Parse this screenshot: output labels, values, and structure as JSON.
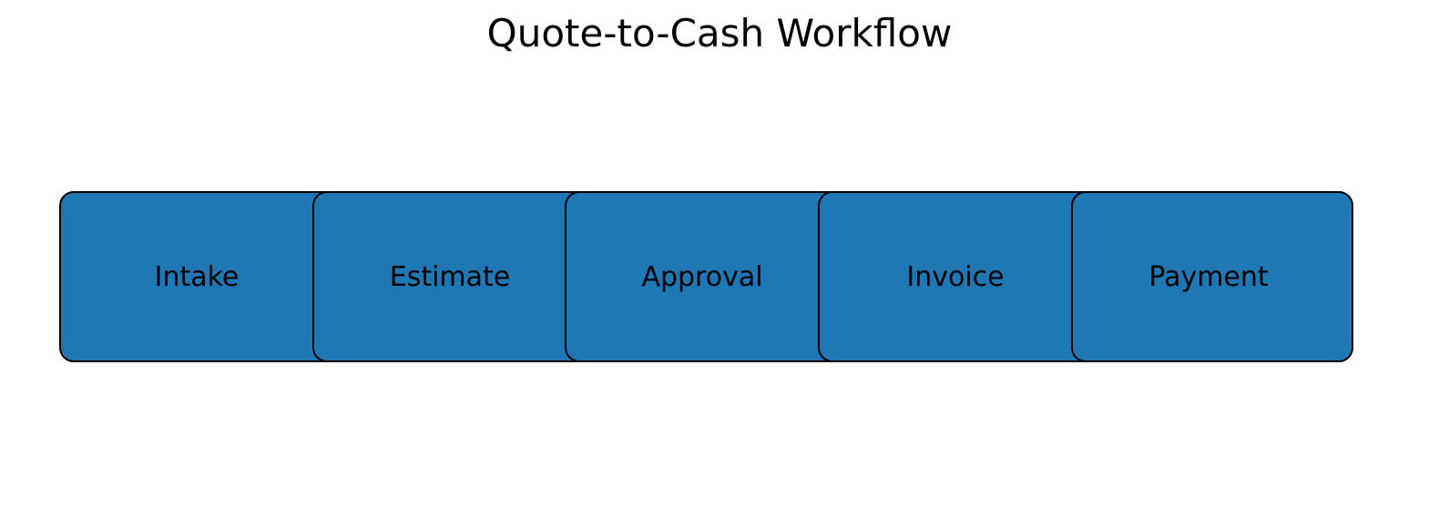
{
  "diagram": {
    "title": "Quote-to-Cash Workflow",
    "type": "workflow-sequence",
    "nodes": [
      {
        "label": "Intake"
      },
      {
        "label": "Estimate"
      },
      {
        "label": "Approval"
      },
      {
        "label": "Invoice"
      },
      {
        "label": "Payment"
      }
    ],
    "colors": {
      "node_fill": "#1f77b4",
      "node_border": "#000000",
      "text": "#000000",
      "background": "#ffffff"
    }
  }
}
